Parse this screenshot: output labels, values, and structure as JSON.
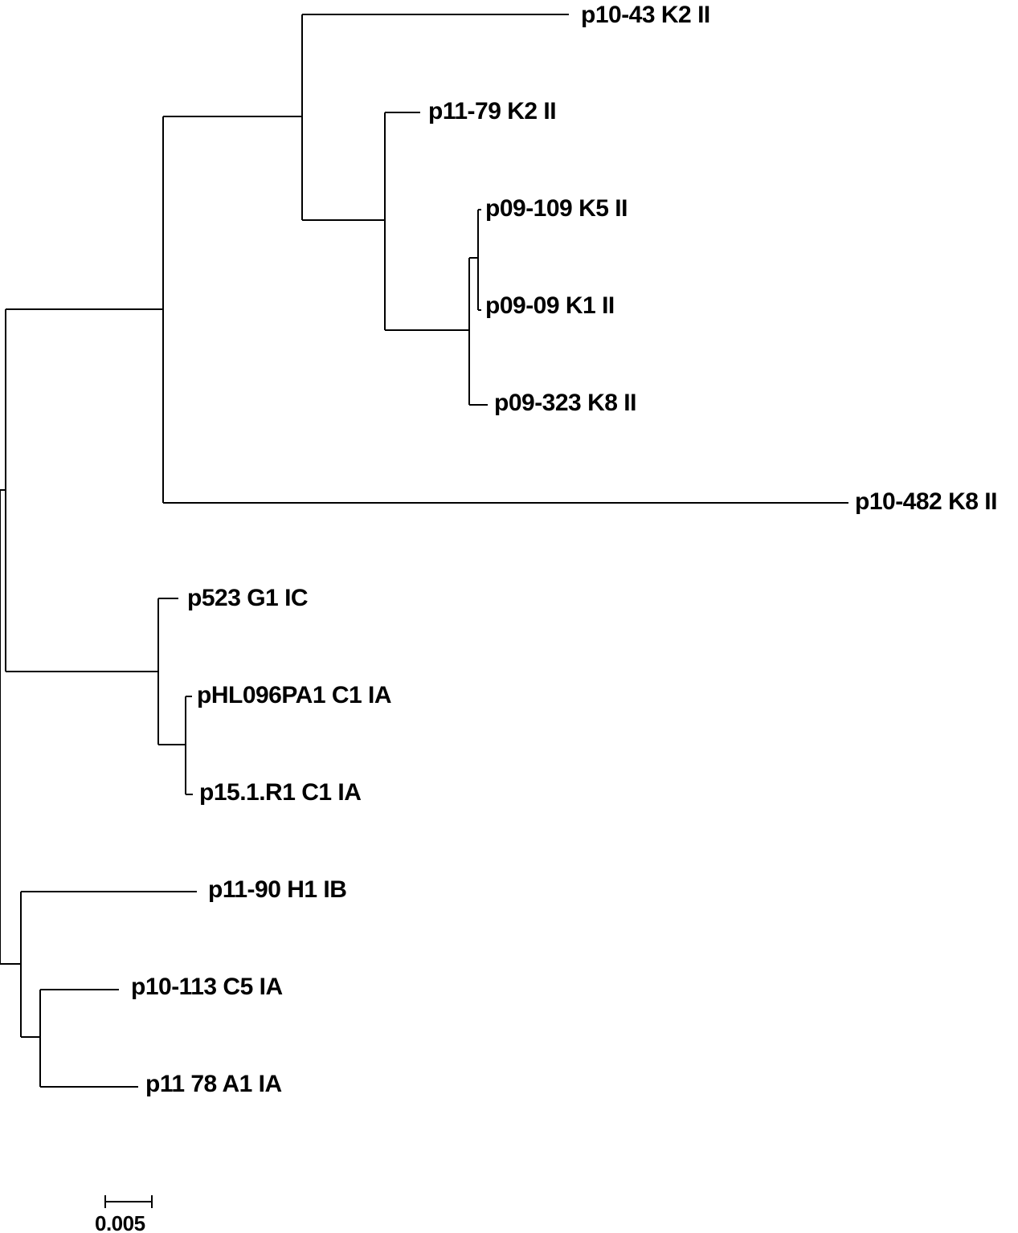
{
  "tree": {
    "line_color": "#000000",
    "tips": [
      {
        "id": "t1",
        "label": "p10-43 K2 II"
      },
      {
        "id": "t2",
        "label": "p11-79 K2 II"
      },
      {
        "id": "t3",
        "label": "p09-109 K5 II"
      },
      {
        "id": "t4",
        "label": "p09-09 K1 II"
      },
      {
        "id": "t5",
        "label": "p09-323 K8 II"
      },
      {
        "id": "t6",
        "label": "p10-482 K8 II"
      },
      {
        "id": "t7",
        "label": "p523 G1 IC"
      },
      {
        "id": "t8",
        "label": "pHL096PA1 C1 IA"
      },
      {
        "id": "t9",
        "label": "p15.1.R1 C1 IA"
      },
      {
        "id": "t10",
        "label": "p11-90 H1 IB"
      },
      {
        "id": "t11",
        "label": "p10-113 C5 IA"
      },
      {
        "id": "t12",
        "label": "p11 78 A1 IA"
      }
    ],
    "scale_bar": {
      "label": "0.005",
      "length": 0.005
    }
  }
}
